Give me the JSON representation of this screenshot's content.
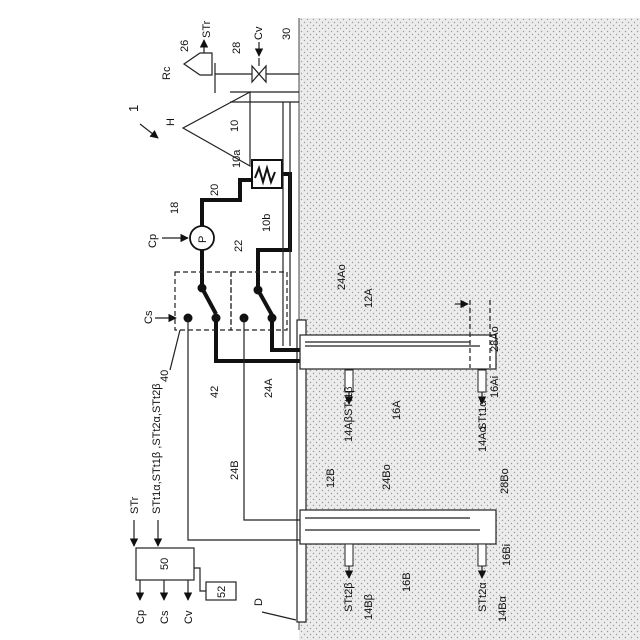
{
  "labels": {
    "fig_num": "1",
    "n26": "26",
    "str_top": "STr",
    "n28": "28",
    "cv_top": "Cv",
    "n30": "30",
    "rc": "Rc",
    "h": "H",
    "n10": "10",
    "n10a": "10a",
    "n10b": "10b",
    "n20": "20",
    "n22": "22",
    "n18": "18",
    "cp_top": "Cp",
    "p": "P",
    "cs_top": "Cs",
    "n40": "40",
    "n42": "42",
    "n24A": "24A",
    "n24Ao": "24Ao",
    "n12A": "12A",
    "n28Ao": "28Ao",
    "n16Ai": "16Ai",
    "n16A": "16A",
    "st1b": "STt1β",
    "n14Ab": "14Aβ",
    "st1a": "STt1α",
    "n14Aa": "14Aα",
    "sensors": "STt1α,STt1β ,STt2α,STt2β",
    "n24B": "24B",
    "n12B": "12B",
    "n24Bo": "24Bo",
    "n28Bo": "28Bo",
    "n16Bi": "16Bi",
    "n16B": "16B",
    "st2b": "STt2β",
    "n14Bb": "14Bβ",
    "st2a": "STt2α",
    "n14Ba": "14Bα",
    "str_ctrl": "STr",
    "n50": "50",
    "n52": "52",
    "cp_out": "Cp",
    "cs_out": "Cs",
    "cv_out": "Cv",
    "d": "D"
  }
}
